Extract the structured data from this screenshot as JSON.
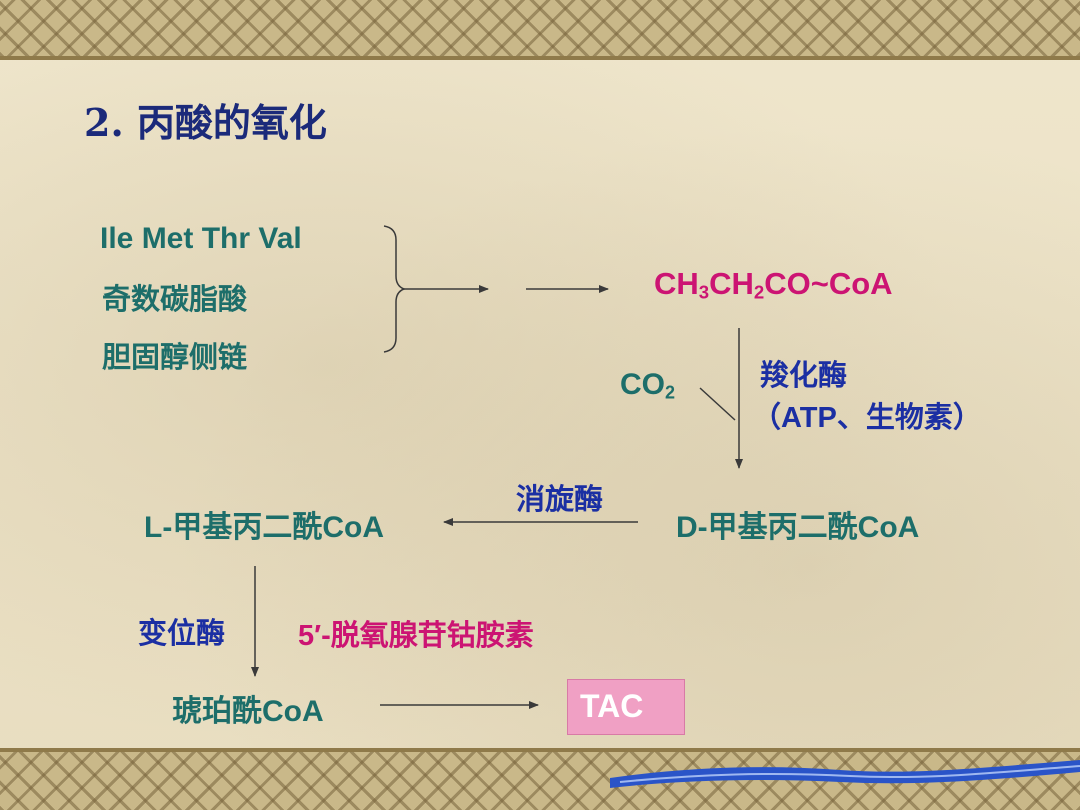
{
  "title": "2. 丙酸的氧化",
  "sources": {
    "line1": "Ile  Met  Thr  Val",
    "line2": "奇数碳脂酸",
    "line3": "胆固醇侧链"
  },
  "propionyl_coa": {
    "p1": "CH",
    "s1": "3",
    "p2": "CH",
    "s2": "2",
    "p3": "CO~CoA"
  },
  "co2": {
    "main": "CO",
    "sub": "2"
  },
  "carboxylase": {
    "enzyme": "羧化酶",
    "cofactors_prefix": "（",
    "cofactors_atp": "ATP",
    "cofactors_rest": "、生物素）"
  },
  "racemase": "消旋酶",
  "d_methylmalonyl": {
    "prefix": "D-",
    "middle": "甲基丙二酰",
    "suffix": "CoA"
  },
  "l_methylmalonyl": {
    "prefix": "L-",
    "middle": "甲基丙二酰",
    "suffix": "CoA"
  },
  "mutase": "变位酶",
  "cofactor_b12": {
    "prefix": "5′-",
    "rest": "脱氧腺苷钴胺素"
  },
  "succinyl_coa": {
    "prefix": "琥珀酰",
    "suffix": "CoA"
  },
  "tac": "TAC",
  "colors": {
    "teal": "#1d6e6a",
    "magenta": "#cc1473",
    "blue": "#1b2fa3",
    "tac_fill": "#f0a0c4"
  }
}
